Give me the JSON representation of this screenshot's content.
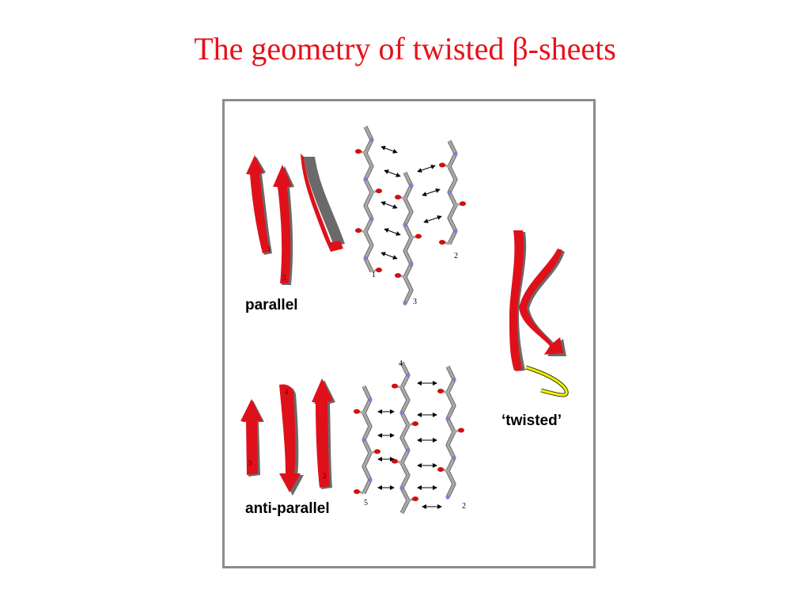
{
  "title": "The geometry of twisted β-sheets",
  "labels": {
    "parallel": "parallel",
    "antiparallel": "anti-parallel",
    "twisted": "‘twisted’"
  },
  "strand_numbers": {
    "parallel_ribbon_a": "1",
    "parallel_ribbon_b": "3",
    "parallel_stick_1": "1",
    "parallel_stick_2": "2",
    "parallel_stick_3": "3",
    "anti_ribbon_a": "5",
    "anti_ribbon_b": "4",
    "anti_ribbon_c": "2",
    "anti_stick_4": "4",
    "anti_stick_5": "5",
    "anti_stick_2": "2"
  },
  "colors": {
    "title": "#e8101a",
    "ribbon": "#e0101a",
    "ribbon_edge": "#6a6a6a",
    "loop": "#f4f000",
    "carbon": "#a8a8a8",
    "nitrogen": "#8080d0",
    "oxygen": "#d01010",
    "frame": "#8c8c8c"
  }
}
